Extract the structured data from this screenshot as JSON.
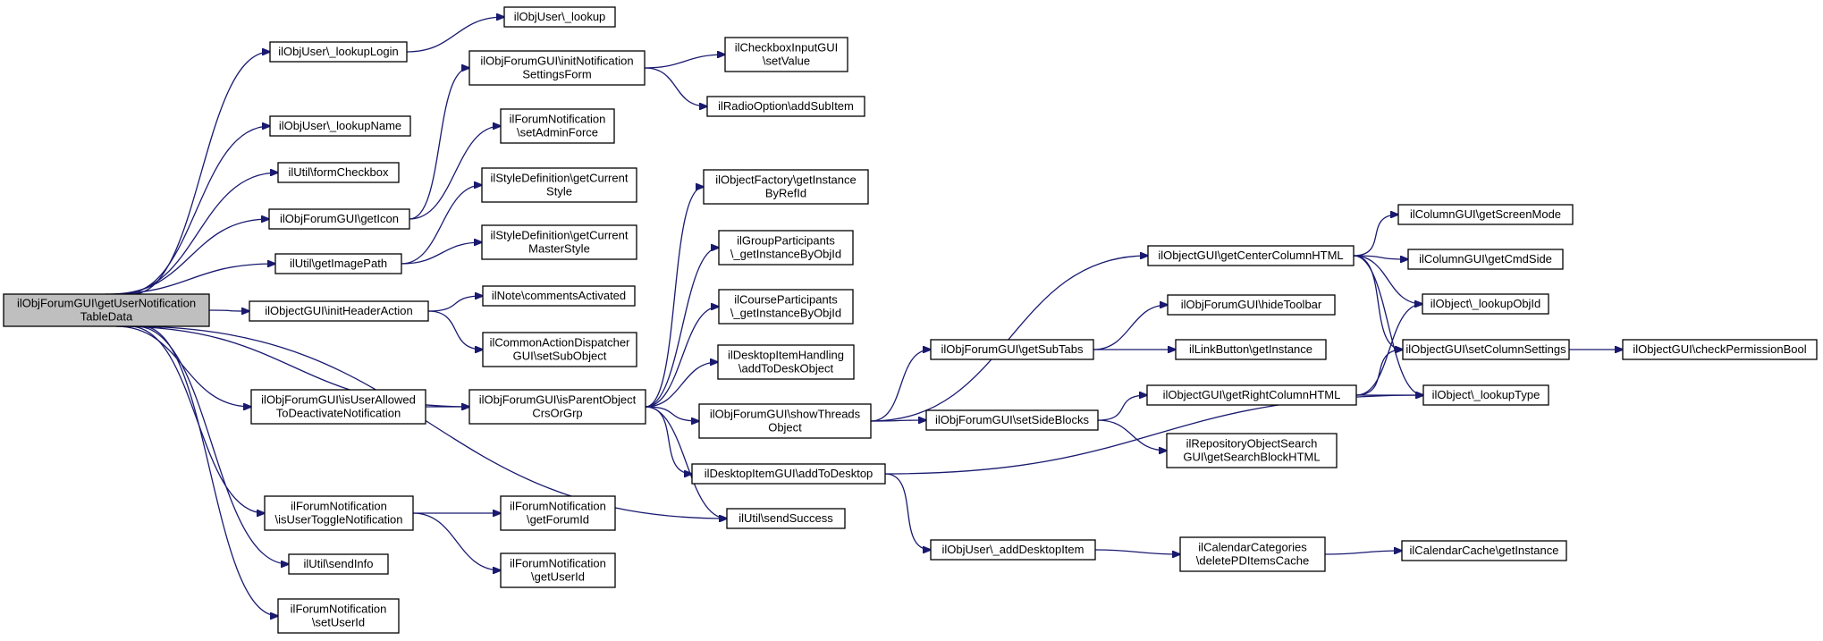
{
  "nodes": [
    {
      "id": "root",
      "lines": [
        "ilObjForumGUI\\getUserNotification",
        "TableData"
      ],
      "root": true
    },
    {
      "id": "lookupLogin",
      "lines": [
        "ilObjUser\\_lookupLogin"
      ]
    },
    {
      "id": "lookup",
      "lines": [
        "ilObjUser\\_lookup"
      ]
    },
    {
      "id": "lookupName",
      "lines": [
        "ilObjUser\\_lookupName"
      ]
    },
    {
      "id": "formCheckbox",
      "lines": [
        "ilUtil\\formCheckbox"
      ]
    },
    {
      "id": "getIcon",
      "lines": [
        "ilObjForumGUI\\getIcon"
      ]
    },
    {
      "id": "getImagePath",
      "lines": [
        "ilUtil\\getImagePath"
      ]
    },
    {
      "id": "initHeaderAction",
      "lines": [
        "ilObjectGUI\\initHeaderAction"
      ]
    },
    {
      "id": "isUserAllowed",
      "lines": [
        "ilObjForumGUI\\isUserAllowed",
        "ToDeactivateNotification"
      ]
    },
    {
      "id": "isUserToggle",
      "lines": [
        "ilForumNotification",
        "\\isUserToggleNotification"
      ]
    },
    {
      "id": "sendInfo",
      "lines": [
        "ilUtil\\sendInfo"
      ]
    },
    {
      "id": "setUserId",
      "lines": [
        "ilForumNotification",
        "\\setUserId"
      ]
    },
    {
      "id": "initNotif",
      "lines": [
        "ilObjForumGUI\\initNotification",
        "SettingsForm"
      ]
    },
    {
      "id": "setValue",
      "lines": [
        "ilCheckboxInputGUI",
        "\\setValue"
      ]
    },
    {
      "id": "addSubItem",
      "lines": [
        "ilRadioOption\\addSubItem"
      ]
    },
    {
      "id": "setAdminForce",
      "lines": [
        "ilForumNotification",
        "\\setAdminForce"
      ]
    },
    {
      "id": "getCurrentStyle",
      "lines": [
        "ilStyleDefinition\\getCurrent",
        "Style"
      ]
    },
    {
      "id": "getCurrentMasterStyle",
      "lines": [
        "ilStyleDefinition\\getCurrent",
        "MasterStyle"
      ]
    },
    {
      "id": "commentsActivated",
      "lines": [
        "ilNote\\commentsActivated"
      ]
    },
    {
      "id": "setSubObject",
      "lines": [
        "ilCommonActionDispatcher",
        "GUI\\setSubObject"
      ]
    },
    {
      "id": "isParentObject",
      "lines": [
        "ilObjForumGUI\\isParentObject",
        "CrsOrGrp"
      ]
    },
    {
      "id": "getForumId",
      "lines": [
        "ilForumNotification",
        "\\getForumId"
      ]
    },
    {
      "id": "getUserId",
      "lines": [
        "ilForumNotification",
        "\\getUserId"
      ]
    },
    {
      "id": "getInstanceByRefId",
      "lines": [
        "ilObjectFactory\\getInstance",
        "ByRefId"
      ]
    },
    {
      "id": "groupParticipants",
      "lines": [
        "ilGroupParticipants",
        "\\_getInstanceByObjId"
      ]
    },
    {
      "id": "courseParticipants",
      "lines": [
        "ilCourseParticipants",
        "\\_getInstanceByObjId"
      ]
    },
    {
      "id": "addToDeskObject",
      "lines": [
        "ilDesktopItemHandling",
        "\\addToDeskObject"
      ]
    },
    {
      "id": "showThreads",
      "lines": [
        "ilObjForumGUI\\showThreads",
        "Object"
      ]
    },
    {
      "id": "addToDesktop",
      "lines": [
        "ilDesktopItemGUI\\addToDesktop"
      ]
    },
    {
      "id": "sendSuccess",
      "lines": [
        "ilUtil\\sendSuccess"
      ]
    },
    {
      "id": "getCenterColumnHTML",
      "lines": [
        "ilObjectGUI\\getCenterColumnHTML"
      ]
    },
    {
      "id": "getSubTabs",
      "lines": [
        "ilObjForumGUI\\getSubTabs"
      ]
    },
    {
      "id": "hideToolbar",
      "lines": [
        "ilObjForumGUI\\hideToolbar"
      ]
    },
    {
      "id": "linkButtonGetInstance",
      "lines": [
        "ilLinkButton\\getInstance"
      ]
    },
    {
      "id": "setSideBlocks",
      "lines": [
        "ilObjForumGUI\\setSideBlocks"
      ]
    },
    {
      "id": "getRightColumnHTML",
      "lines": [
        "ilObjectGUI\\getRightColumnHTML"
      ]
    },
    {
      "id": "getSearchBlockHTML",
      "lines": [
        "ilRepositoryObjectSearch",
        "GUI\\getSearchBlockHTML"
      ]
    },
    {
      "id": "addDesktopItem",
      "lines": [
        "ilObjUser\\_addDesktopItem"
      ]
    },
    {
      "id": "deletePDItemsCache",
      "lines": [
        "ilCalendarCategories",
        "\\deletePDItemsCache"
      ]
    },
    {
      "id": "calendarCacheGetInstance",
      "lines": [
        "ilCalendarCache\\getInstance"
      ]
    },
    {
      "id": "getScreenMode",
      "lines": [
        "ilColumnGUI\\getScreenMode"
      ]
    },
    {
      "id": "getCmdSide",
      "lines": [
        "ilColumnGUI\\getCmdSide"
      ]
    },
    {
      "id": "lookupObjId",
      "lines": [
        "ilObject\\_lookupObjId"
      ]
    },
    {
      "id": "setColumnSettings",
      "lines": [
        "ilObjectGUI\\setColumnSettings"
      ]
    },
    {
      "id": "checkPermissionBool",
      "lines": [
        "ilObjectGUI\\checkPermissionBool"
      ]
    },
    {
      "id": "lookupType",
      "lines": [
        "ilObject\\_lookupType"
      ]
    }
  ],
  "edges": [
    [
      "root",
      "lookupLogin"
    ],
    [
      "root",
      "lookupName"
    ],
    [
      "root",
      "formCheckbox"
    ],
    [
      "root",
      "getIcon"
    ],
    [
      "root",
      "getImagePath"
    ],
    [
      "root",
      "initHeaderAction"
    ],
    [
      "root",
      "isUserAllowed"
    ],
    [
      "root",
      "isParentObject"
    ],
    [
      "root",
      "isUserToggle"
    ],
    [
      "root",
      "sendInfo"
    ],
    [
      "root",
      "setUserId"
    ],
    [
      "root",
      "sendSuccess"
    ],
    [
      "lookupLogin",
      "lookup"
    ],
    [
      "getIcon",
      "initNotif"
    ],
    [
      "getIcon",
      "setAdminForce"
    ],
    [
      "initNotif",
      "setValue"
    ],
    [
      "initNotif",
      "addSubItem"
    ],
    [
      "getImagePath",
      "getCurrentStyle"
    ],
    [
      "getImagePath",
      "getCurrentMasterStyle"
    ],
    [
      "initHeaderAction",
      "commentsActivated"
    ],
    [
      "initHeaderAction",
      "setSubObject"
    ],
    [
      "isUserAllowed",
      "isParentObject"
    ],
    [
      "isUserToggle",
      "getForumId"
    ],
    [
      "isUserToggle",
      "getUserId"
    ],
    [
      "isParentObject",
      "getInstanceByRefId"
    ],
    [
      "isParentObject",
      "groupParticipants"
    ],
    [
      "isParentObject",
      "courseParticipants"
    ],
    [
      "isParentObject",
      "addToDeskObject"
    ],
    [
      "isParentObject",
      "showThreads"
    ],
    [
      "isParentObject",
      "addToDesktop"
    ],
    [
      "isParentObject",
      "sendSuccess"
    ],
    [
      "showThreads",
      "getCenterColumnHTML"
    ],
    [
      "showThreads",
      "getSubTabs"
    ],
    [
      "showThreads",
      "setSideBlocks"
    ],
    [
      "getSubTabs",
      "hideToolbar"
    ],
    [
      "getSubTabs",
      "linkButtonGetInstance"
    ],
    [
      "setSideBlocks",
      "getRightColumnHTML"
    ],
    [
      "setSideBlocks",
      "getSearchBlockHTML"
    ],
    [
      "getCenterColumnHTML",
      "getScreenMode"
    ],
    [
      "getCenterColumnHTML",
      "getCmdSide"
    ],
    [
      "getCenterColumnHTML",
      "lookupObjId"
    ],
    [
      "getCenterColumnHTML",
      "setColumnSettings"
    ],
    [
      "getCenterColumnHTML",
      "lookupType"
    ],
    [
      "getRightColumnHTML",
      "lookupObjId"
    ],
    [
      "getRightColumnHTML",
      "setColumnSettings"
    ],
    [
      "getRightColumnHTML",
      "lookupType"
    ],
    [
      "setColumnSettings",
      "checkPermissionBool"
    ],
    [
      "addToDesktop",
      "addDesktopItem"
    ],
    [
      "addToDesktop",
      "lookupType"
    ],
    [
      "addDesktopItem",
      "deletePDItemsCache"
    ],
    [
      "deletePDItemsCache",
      "calendarCacheGetInstance"
    ]
  ]
}
